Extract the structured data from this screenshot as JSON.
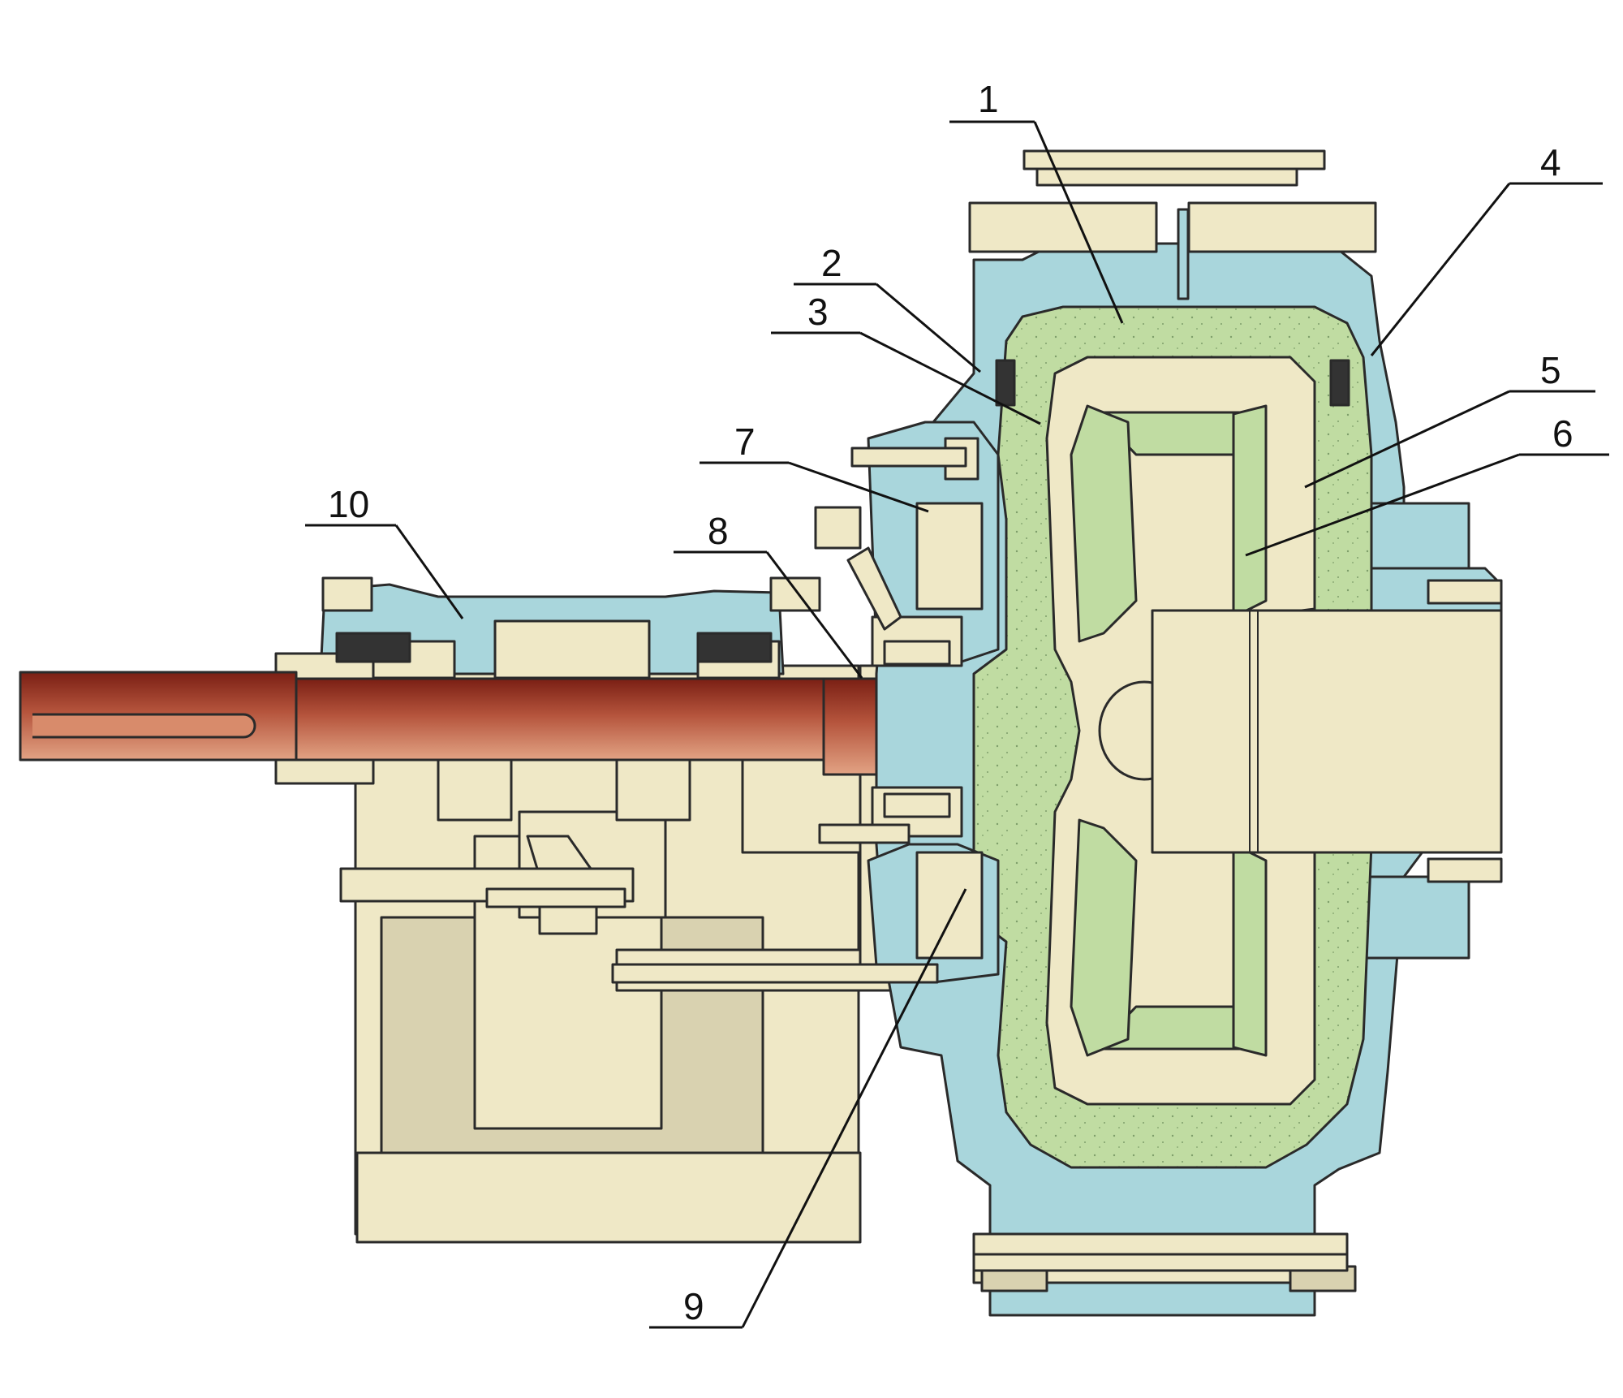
{
  "colors": {
    "background": "#ffffff",
    "casing_blue": "#a9d6dc",
    "liner_green": "#c0dca2",
    "frame_beige": "#efe8c6",
    "frame_shadow": "#d9d2b0",
    "shaft_red": "#9b3a2a",
    "shaft_light": "#d88b6b",
    "line": "#2a2a2a"
  },
  "callouts": [
    {
      "id": "1",
      "label": "1"
    },
    {
      "id": "2",
      "label": "2"
    },
    {
      "id": "3",
      "label": "3"
    },
    {
      "id": "4",
      "label": "4"
    },
    {
      "id": "5",
      "label": "5"
    },
    {
      "id": "6",
      "label": "6"
    },
    {
      "id": "7",
      "label": "7"
    },
    {
      "id": "8",
      "label": "8"
    },
    {
      "id": "9",
      "label": "9"
    },
    {
      "id": "10",
      "label": "10"
    }
  ]
}
